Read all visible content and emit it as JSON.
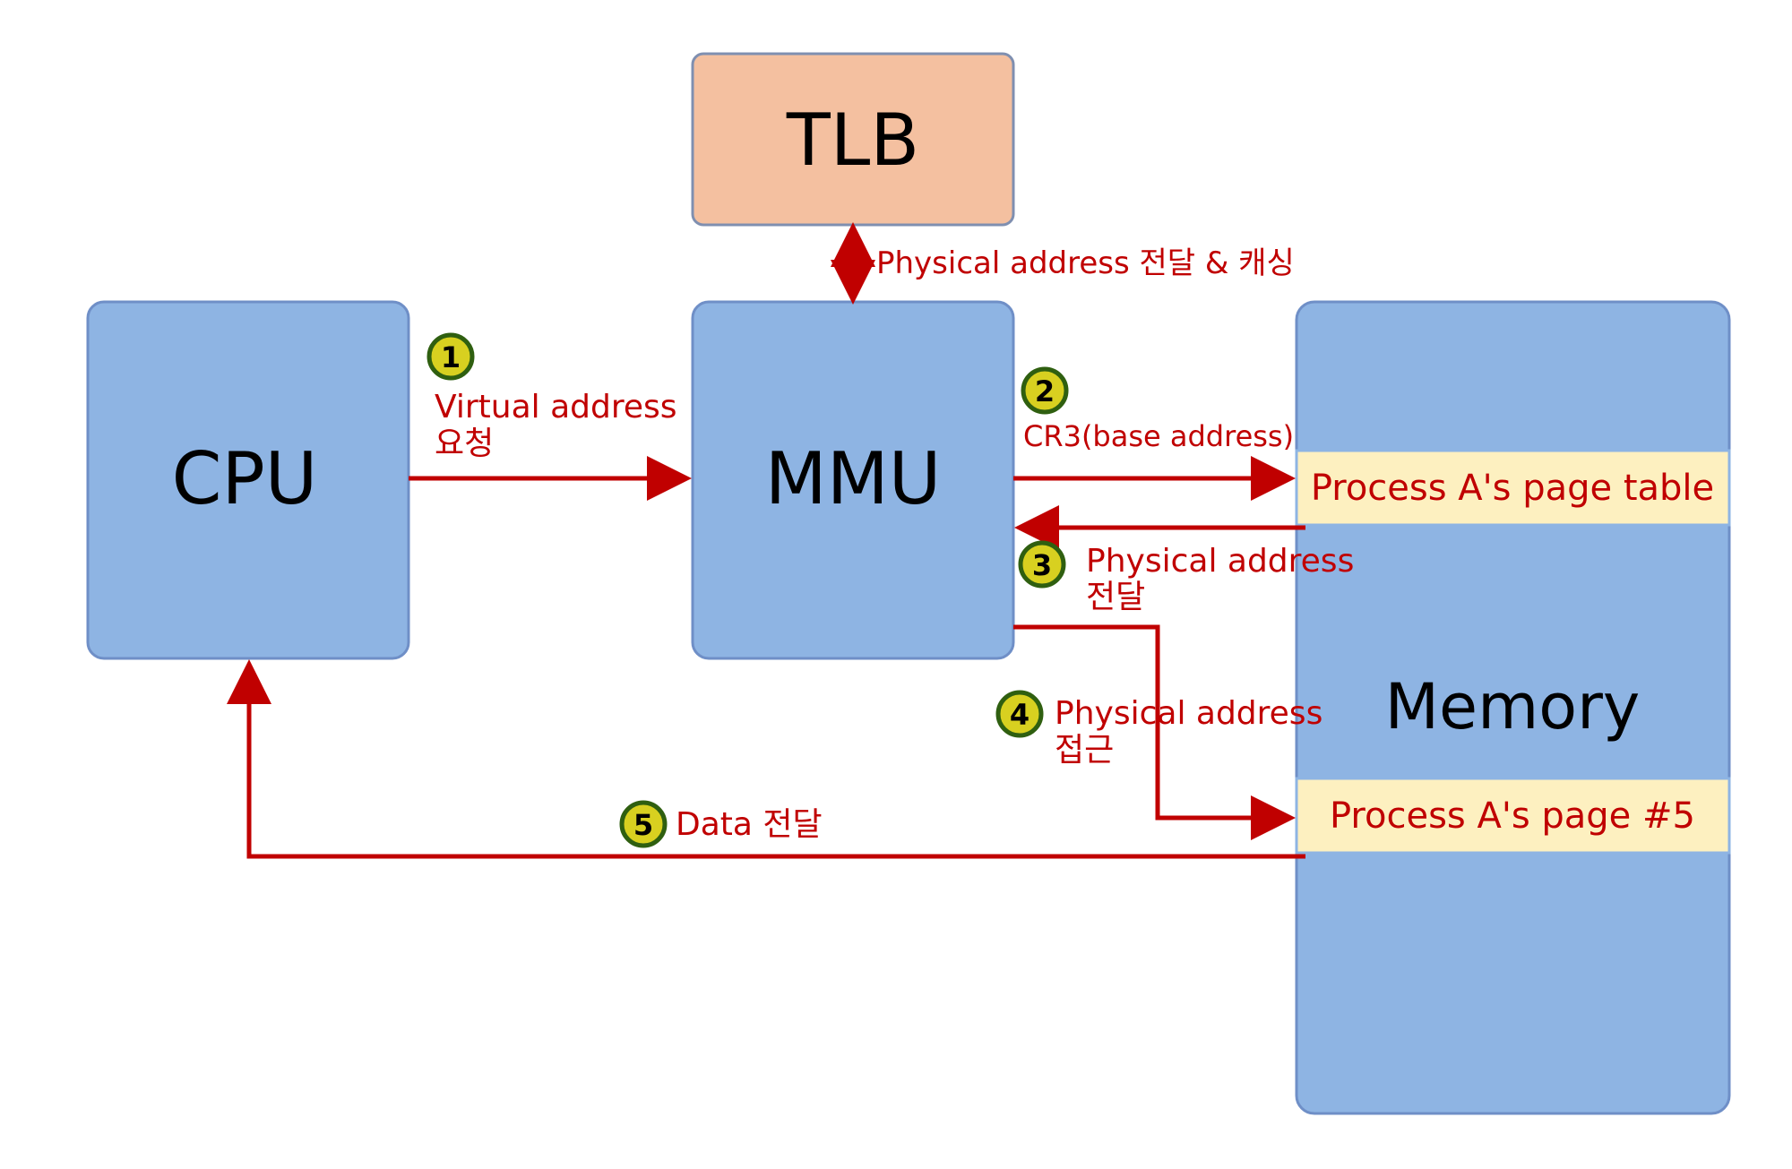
{
  "colors": {
    "box_fill": "#8eb4e3",
    "box_stroke": "#6f8fc7",
    "tlb_fill": "#f4c0a0",
    "tlb_stroke": "#7f8fb0",
    "highlight_fill": "#fdf0c0",
    "arrow": "#c00000",
    "badge_fill": "#d8d020",
    "badge_stroke": "#2f5f10"
  },
  "boxes": {
    "tlb": "TLB",
    "cpu": "CPU",
    "mmu": "MMU",
    "memory": "Memory",
    "page_table": "Process A's page table",
    "page5": "Process A's page #5"
  },
  "tlb_link": {
    "label": "Physical address 전달 & 캐싱"
  },
  "steps": [
    {
      "num": "1",
      "line1": "Virtual address",
      "line2": "요청"
    },
    {
      "num": "2",
      "line1": "CR3(base address)",
      "line2": ""
    },
    {
      "num": "3",
      "line1": "Physical address",
      "line2": "전달"
    },
    {
      "num": "4",
      "line1": "Physical address",
      "line2": "접근"
    },
    {
      "num": "5",
      "line1": "Data 전달",
      "line2": ""
    }
  ]
}
